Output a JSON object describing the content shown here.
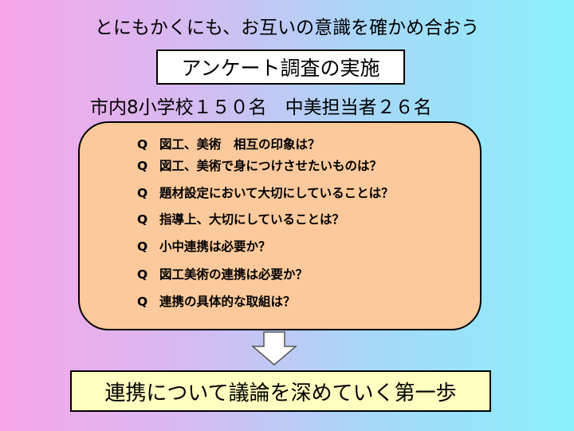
{
  "title": "とにもかくにも、お互いの意識を確かめ合おう",
  "survey_label": "アンケート調査の実施",
  "participants": "市内8小学校１５０名　中美担当者２６名",
  "question_marker": "Q",
  "questions": [
    "図工、美術　相互の印象は？",
    "図工、美術で身につけさせたいものは？",
    "題材設定において大切にしていることは？",
    "指導上、大切にしていることは？",
    "小中連携は必要か？",
    "図工美術の連携は必要か？",
    "連携の具体的な取組は？"
  ],
  "conclusion": "連携について議論を深めていく第一歩",
  "colors": {
    "question_box_fill": "#fbc99b",
    "conclusion_box_fill": "#ffffc0",
    "background_left": "#f7a6e8",
    "background_right": "#8af0fb"
  }
}
